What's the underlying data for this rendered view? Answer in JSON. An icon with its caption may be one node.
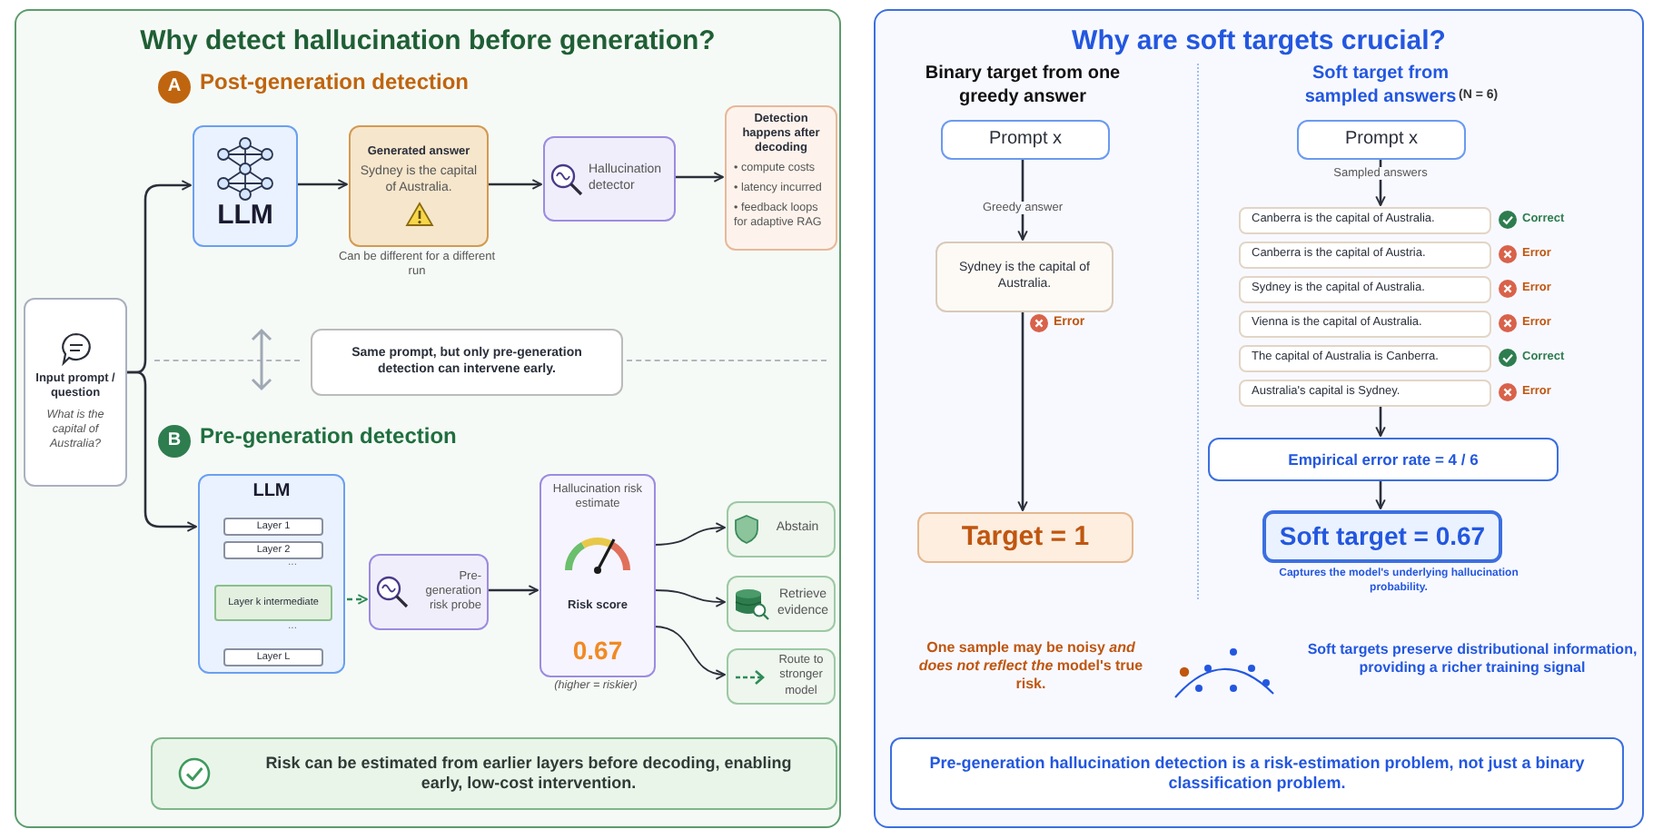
{
  "diagram": {
    "nodes": [
      {
        "text": [
          "Why detect hallucination before generation?"
        ]
      },
      {
        "text": [
          "A"
        ],
        "beside": [
          "Post-generation detection"
        ],
        "in": 0
      },
      {
        "text": [
          "LLM"
        ],
        "in": 0
      },
      {
        "text": [
          "Generated answer",
          "Sydney is the capital of Australia."
        ],
        "beside": [
          "Can be different for a different run"
        ],
        "in": 0
      },
      {
        "text": [
          "Hallucination detector"
        ],
        "in": 0
      },
      {
        "text": [
          "Detection happens after decoding",
          "• compute costs",
          "• latency incurred",
          "• feedback loops for adaptive RAG"
        ],
        "in": 0
      },
      {
        "text": [
          "Input prompt / question",
          "What is the capital of Australia?"
        ],
        "in": 0
      },
      {
        "text": [
          "Same prompt, but only pre-generation detection can intervene early."
        ],
        "in": 0
      },
      {
        "text": [
          "B"
        ],
        "beside": [
          "Pre-generation detection"
        ],
        "in": 0
      },
      {
        "text": [
          "LLM"
        ],
        "in": 0
      },
      {
        "text": [
          "Layer 1"
        ],
        "in": 9
      },
      {
        "text": [
          "Layer 2"
        ],
        "in": 9
      },
      {
        "text": [
          "Layer k intermediate"
        ],
        "in": 9
      },
      {
        "text": [
          "Layer L"
        ],
        "in": 9
      },
      {
        "text": [
          "Pre-generation risk probe"
        ],
        "in": 0
      },
      {
        "text": [
          "Hallucination risk estimate",
          "Risk score",
          "0.67"
        ],
        "beside": [
          "(higher = riskier)"
        ],
        "in": 0
      },
      {
        "text": [
          "Abstain"
        ],
        "in": 0
      },
      {
        "text": [
          "Retrieve evidence"
        ],
        "in": 0
      },
      {
        "text": [
          "Route to stronger model"
        ],
        "in": 0
      },
      {
        "text": [
          "Risk can be estimated from earlier layers before decoding, enabling early, low-cost intervention."
        ],
        "in": 0
      },
      {
        "text": [
          "Why are soft targets crucial?"
        ]
      },
      {
        "text": [
          "Prompt x"
        ],
        "in": 20
      },
      {
        "text": [
          "Sydney is the capital of Australia."
        ],
        "beside": [
          "Error"
        ],
        "in": 20
      },
      {
        "text": [
          "Target = 1"
        ],
        "in": 20
      },
      {
        "text": [
          "Prompt x"
        ],
        "in": 20
      },
      {
        "text": [
          "Canberra is the capital of Australia."
        ],
        "beside": [
          "Correct"
        ],
        "in": 20
      },
      {
        "text": [
          "Canberra is the capital of Austria."
        ],
        "beside": [
          "Error"
        ],
        "in": 20
      },
      {
        "text": [
          "Sydney is the capital of Australia."
        ],
        "beside": [
          "Error"
        ],
        "in": 20
      },
      {
        "text": [
          "Vienna is the capital of Australia."
        ],
        "beside": [
          "Error"
        ],
        "in": 20
      },
      {
        "text": [
          "The capital of Australia is Canberra."
        ],
        "beside": [
          "Correct"
        ],
        "in": 20
      },
      {
        "text": [
          "Australia's capital is Sydney."
        ],
        "beside": [
          "Error"
        ],
        "in": 20
      },
      {
        "text": [
          "Empirical error rate = 4 / 6"
        ],
        "in": 20
      },
      {
        "text": [
          "Soft target = 0.67"
        ],
        "beside": [
          "Captures the model's underlying hallucination probability."
        ],
        "in": 20
      },
      {
        "text": [
          "Pre-generation hallucination detection is a risk-estimation problem, not just a binary classification problem."
        ],
        "in": 20
      }
    ],
    "edges": [
      {
        "from": 6,
        "to": 2,
        "arrow": "to"
      },
      {
        "from": 6,
        "to": 9,
        "arrow": "to"
      },
      {
        "from": 2,
        "to": 3,
        "arrow": "to"
      },
      {
        "from": 3,
        "to": 4,
        "arrow": "to"
      },
      {
        "from": 4,
        "to": 5,
        "arrow": "to"
      },
      {
        "from": 12,
        "to": 14,
        "arrow": "to",
        "style": "dashed",
        "color": "#2e8b57"
      },
      {
        "from": 14,
        "to": 15,
        "arrow": "to"
      },
      {
        "from": 15,
        "to": 16,
        "arrow": "to"
      },
      {
        "from": 15,
        "to": 17,
        "arrow": "to"
      },
      {
        "from": 15,
        "to": 18,
        "arrow": "to"
      },
      {
        "from": 21,
        "to": 22,
        "arrow": "to",
        "label": "Greedy answer"
      },
      {
        "from": 22,
        "to": 23,
        "arrow": "to"
      },
      {
        "from": 24,
        "to": 25,
        "arrow": "to",
        "label": "Sampled answers"
      },
      {
        "from": 30,
        "to": 31,
        "arrow": "to"
      },
      {
        "from": 31,
        "to": 32,
        "arrow": "to"
      }
    ],
    "labels": [
      "...",
      "...",
      "Binary target from one greedy answer",
      "Soft target from sampled answers",
      "(N = 6)",
      "One sample may be noisy *and does not reflect the* model's true risk.",
      "Soft targets preserve distributional information, providing a richer training signal"
    ]
  }
}
